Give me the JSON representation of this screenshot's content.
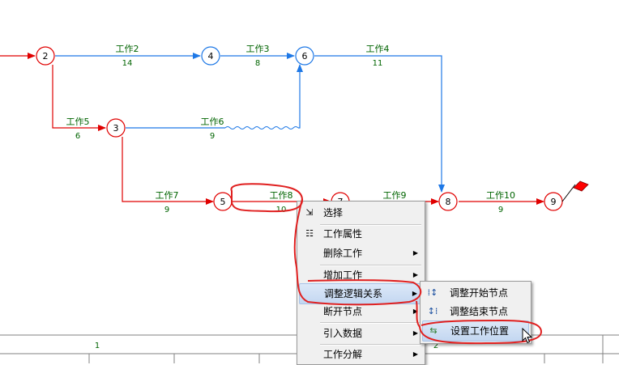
{
  "network": {
    "nodes": [
      "2",
      "3",
      "4",
      "5",
      "6",
      "7",
      "8",
      "9"
    ],
    "activities": [
      {
        "name": "工作2",
        "duration": "14"
      },
      {
        "name": "工作3",
        "duration": "8"
      },
      {
        "name": "工作4",
        "duration": "11"
      },
      {
        "name": "工作5",
        "duration": "6"
      },
      {
        "name": "工作6",
        "duration": "9"
      },
      {
        "name": "工作7",
        "duration": "9"
      },
      {
        "name": "工作8",
        "duration": "10"
      },
      {
        "name": "工作9",
        "duration": ""
      },
      {
        "name": "工作10",
        "duration": "9"
      }
    ],
    "colors": {
      "critical": "#e00000",
      "noncritical": "#1e78e6",
      "duration_text": "#006400",
      "annotation": "#e02020"
    }
  },
  "bottom_grid": {
    "header_label": "1",
    "header_label_right": "2"
  },
  "context_menu": {
    "items": [
      {
        "label": "选择",
        "icon": "select-icon"
      },
      {
        "label": "工作属性",
        "icon": "properties-icon"
      },
      {
        "label": "删除工作",
        "icon": "",
        "submenu": true
      },
      {
        "label": "增加工作",
        "icon": "",
        "submenu": true
      },
      {
        "label": "调整逻辑关系",
        "icon": "",
        "submenu": true,
        "highlighted": true
      },
      {
        "label": "断开节点",
        "icon": "",
        "submenu": true
      },
      {
        "label": "引入数据",
        "icon": "",
        "submenu": true
      },
      {
        "label": "工作分解",
        "icon": "",
        "submenu": true
      }
    ]
  },
  "submenu": {
    "items": [
      {
        "label": "调整开始节点",
        "icon": "adjust-start-node-icon"
      },
      {
        "label": "调整结束节点",
        "icon": "adjust-end-node-icon"
      },
      {
        "label": "设置工作位置",
        "icon": "set-position-icon",
        "highlighted": true
      }
    ]
  }
}
